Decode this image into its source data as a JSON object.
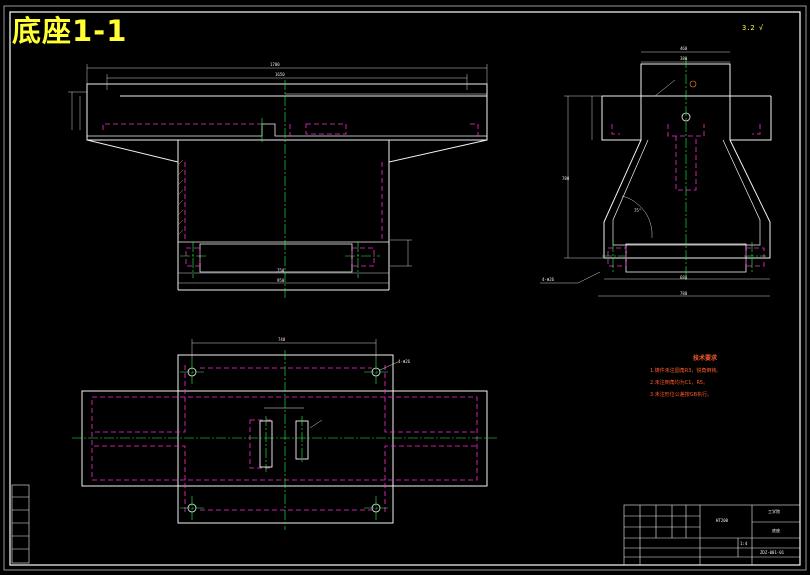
{
  "drawing": {
    "title": "底座1-1",
    "roughness": "3.2  √"
  },
  "notes": {
    "heading": "技术要求",
    "items": [
      "1.铸件未注圆角R3，锐角倒钝。",
      "2.未注倒角均为C1，R5。",
      "3.未注形位公差按GB执行。"
    ]
  },
  "title_block": {
    "part_name": "底座",
    "company": "工学院",
    "drawing_no": "ZDZ-001-01",
    "material": "HT200",
    "scale": "1:4"
  },
  "colors": {
    "border": "#ffffff",
    "outline": "#f2f2f2",
    "hidden": "#ff2bd6",
    "center": "#22ff44",
    "dimension": "#d0d0d0",
    "title": "#ffff33",
    "notes": "#ff5a2a"
  }
}
